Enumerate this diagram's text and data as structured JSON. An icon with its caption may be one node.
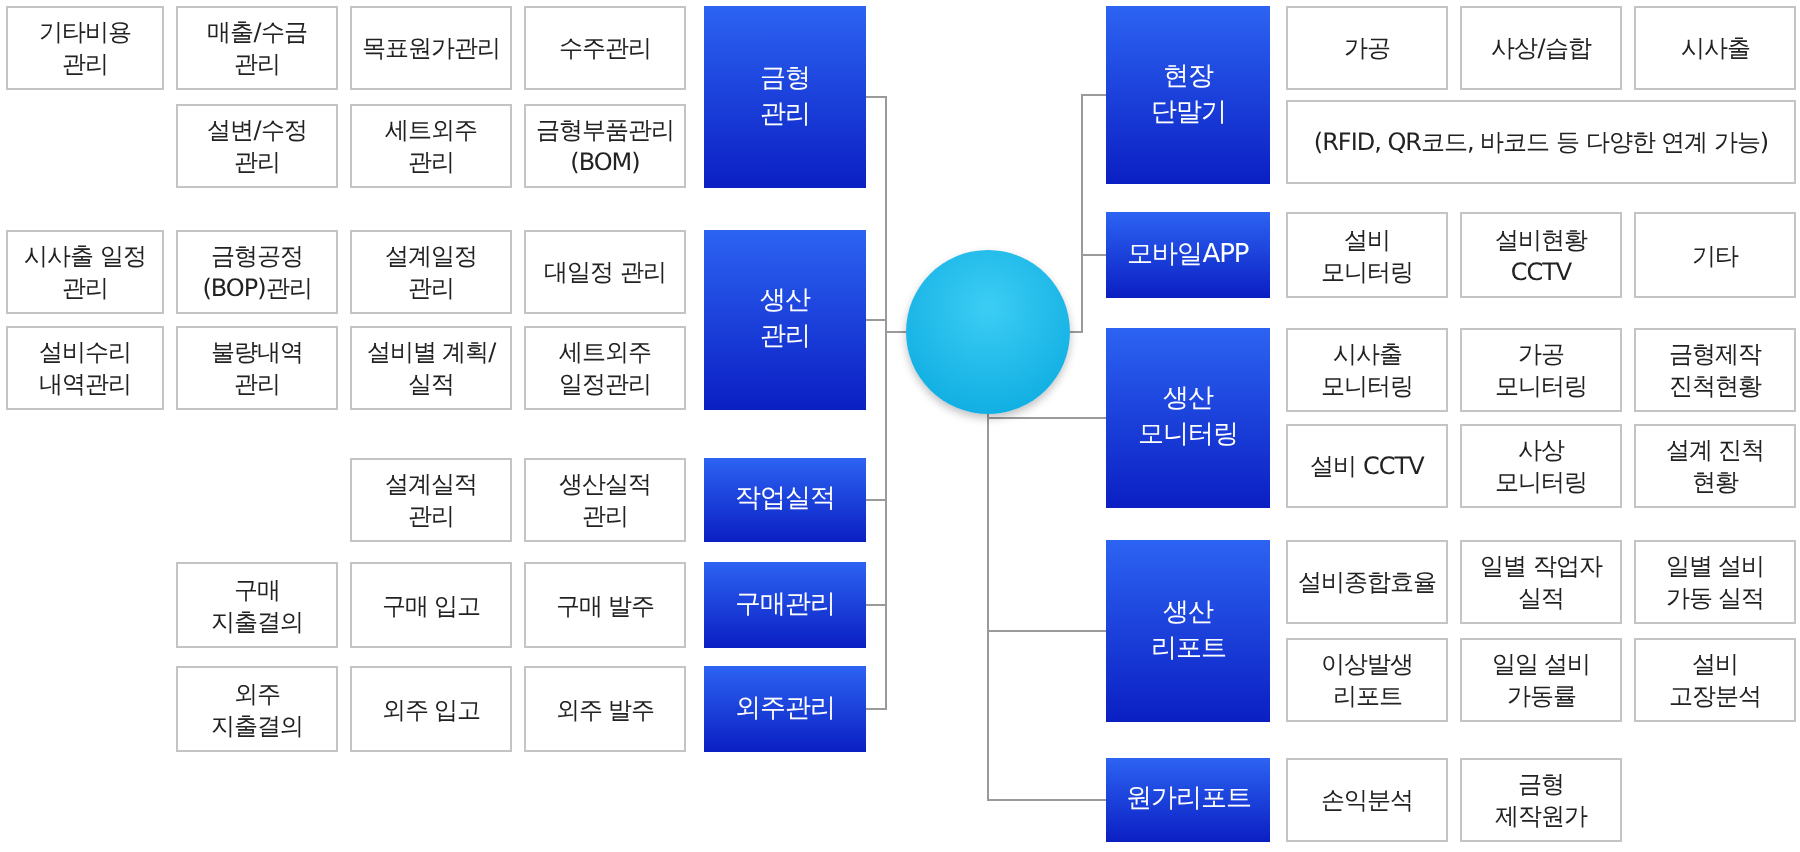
{
  "diagram": {
    "nodes": [
      {
        "text": [],
        "shape": "circle"
      },
      {
        "text": [
          "금형 관리"
        ]
      },
      {
        "text": [
          "기타비용 관리"
        ]
      },
      {
        "text": [
          "매출/수금 관리"
        ]
      },
      {
        "text": [
          "목표원가관리"
        ]
      },
      {
        "text": [
          "수주관리"
        ]
      },
      {
        "text": [
          "설변/수정 관리"
        ]
      },
      {
        "text": [
          "세트외주 관리"
        ]
      },
      {
        "text": [
          "금형부품관리 (BOM)"
        ]
      },
      {
        "text": [
          "생산 관리"
        ]
      },
      {
        "text": [
          "시사출 일정 관리"
        ]
      },
      {
        "text": [
          "금형공정 (BOP)관리"
        ]
      },
      {
        "text": [
          "설계일정 관리"
        ]
      },
      {
        "text": [
          "대일정 관리"
        ]
      },
      {
        "text": [
          "설비수리 내역관리"
        ]
      },
      {
        "text": [
          "불량내역 관리"
        ]
      },
      {
        "text": [
          "설비별 계획/실적"
        ]
      },
      {
        "text": [
          "세트외주 일정관리"
        ]
      },
      {
        "text": [
          "작업실적"
        ]
      },
      {
        "text": [
          "설계실적 관리"
        ]
      },
      {
        "text": [
          "생산실적 관리"
        ]
      },
      {
        "text": [
          "구매관리"
        ]
      },
      {
        "text": [
          "구매 지출결의"
        ]
      },
      {
        "text": [
          "구매 입고"
        ]
      },
      {
        "text": [
          "구매 발주"
        ]
      },
      {
        "text": [
          "외주관리"
        ]
      },
      {
        "text": [
          "외주 지출결의"
        ]
      },
      {
        "text": [
          "외주 입고"
        ]
      },
      {
        "text": [
          "외주 발주"
        ]
      },
      {
        "text": [
          "현장 단말기"
        ]
      },
      {
        "text": [
          "가공"
        ]
      },
      {
        "text": [
          "사상/습합"
        ]
      },
      {
        "text": [
          "시사출"
        ]
      },
      {
        "text": [
          "(RFID, QR코드, 바코드 등 다양한 연계 가능)"
        ]
      },
      {
        "text": [
          "모바일APP"
        ]
      },
      {
        "text": [
          "설비 모니터링"
        ]
      },
      {
        "text": [
          "설비현황 CCTV"
        ]
      },
      {
        "text": [
          "기타"
        ]
      },
      {
        "text": [
          "생산 모니터링"
        ]
      },
      {
        "text": [
          "시사출 모니터링"
        ]
      },
      {
        "text": [
          "가공 모니터링"
        ]
      },
      {
        "text": [
          "금형제작 진척현황"
        ]
      },
      {
        "text": [
          "설비 CCTV"
        ]
      },
      {
        "text": [
          "사상 모니터링"
        ]
      },
      {
        "text": [
          "설계 진척 현황"
        ]
      },
      {
        "text": [
          "생산 리포트"
        ]
      },
      {
        "text": [
          "설비종합효율"
        ]
      },
      {
        "text": [
          "일별 작업자 실적"
        ]
      },
      {
        "text": [
          "일별 설비 가동 실적"
        ]
      },
      {
        "text": [
          "이상발생 리포트"
        ]
      },
      {
        "text": [
          "일일 설비 가동률"
        ]
      },
      {
        "text": [
          "설비 고장분석"
        ]
      },
      {
        "text": [
          "원가리포트"
        ]
      },
      {
        "text": [
          "손익분석"
        ]
      },
      {
        "text": [
          "금형 제작원가"
        ]
      }
    ],
    "edges": [
      {
        "from": 0,
        "to": 1,
        "arrow": "none"
      },
      {
        "from": 0,
        "to": 9,
        "arrow": "none"
      },
      {
        "from": 0,
        "to": 18,
        "arrow": "none"
      },
      {
        "from": 0,
        "to": 21,
        "arrow": "none"
      },
      {
        "from": 0,
        "to": 25,
        "arrow": "none"
      },
      {
        "from": 0,
        "to": 29,
        "arrow": "none"
      },
      {
        "from": 0,
        "to": 34,
        "arrow": "none"
      },
      {
        "from": 0,
        "to": 38,
        "arrow": "none"
      },
      {
        "from": 0,
        "to": 45,
        "arrow": "none"
      },
      {
        "from": 0,
        "to": 52,
        "arrow": "none"
      }
    ]
  }
}
